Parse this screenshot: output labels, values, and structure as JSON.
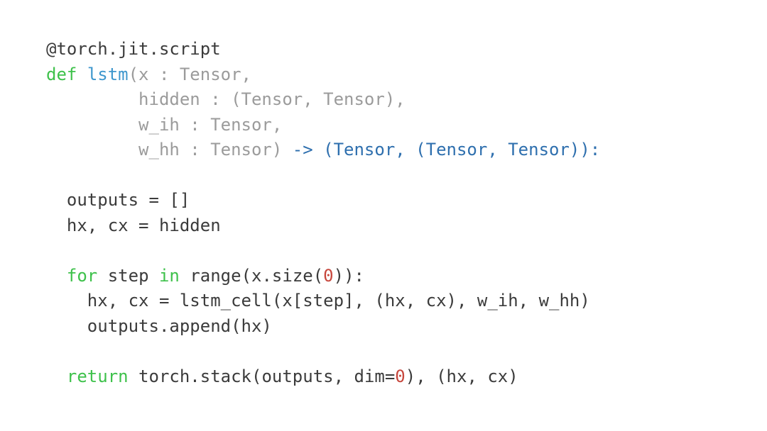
{
  "page": {
    "kind": "code-slide",
    "background": "#ffffff"
  },
  "colors": {
    "plain": "#3b3b3b",
    "muted": "#9b9b9b",
    "keyword": "#3ec14b",
    "function": "#3e97cd",
    "type": "#2e6fae",
    "number": "#c7473d"
  },
  "code": {
    "language": "python",
    "decorator": "@torch.jit.script",
    "function_name": "lstm",
    "lines": [
      {
        "tokens": [
          {
            "text": "@torch.jit.script",
            "style": "plain"
          }
        ]
      },
      {
        "tokens": [
          {
            "text": "def",
            "style": "keyword"
          },
          {
            "text": " ",
            "style": "plain"
          },
          {
            "text": "lstm",
            "style": "function"
          },
          {
            "text": "(x : Tensor,",
            "style": "muted"
          }
        ]
      },
      {
        "tokens": [
          {
            "text": "         hidden : (Tensor, Tensor),",
            "style": "muted"
          }
        ]
      },
      {
        "tokens": [
          {
            "text": "         w_ih : Tensor,",
            "style": "muted"
          }
        ]
      },
      {
        "tokens": [
          {
            "text": "         w_hh : Tensor) ",
            "style": "muted"
          },
          {
            "text": "-> (Tensor, (Tensor, Tensor)):",
            "style": "type"
          }
        ]
      },
      {
        "tokens": []
      },
      {
        "tokens": [
          {
            "text": "  outputs = []",
            "style": "plain"
          }
        ]
      },
      {
        "tokens": [
          {
            "text": "  hx, cx = hidden",
            "style": "plain"
          }
        ]
      },
      {
        "tokens": []
      },
      {
        "tokens": [
          {
            "text": "  ",
            "style": "plain"
          },
          {
            "text": "for",
            "style": "keyword"
          },
          {
            "text": " step ",
            "style": "plain"
          },
          {
            "text": "in",
            "style": "keyword"
          },
          {
            "text": " range(x.size(",
            "style": "plain"
          },
          {
            "text": "0",
            "style": "number"
          },
          {
            "text": ")):",
            "style": "plain"
          }
        ]
      },
      {
        "tokens": [
          {
            "text": "    hx, cx = lstm_cell(x[step], (hx, cx), w_ih, w_hh)",
            "style": "plain"
          }
        ]
      },
      {
        "tokens": [
          {
            "text": "    outputs.append(hx)",
            "style": "plain"
          }
        ]
      },
      {
        "tokens": []
      },
      {
        "tokens": [
          {
            "text": "  ",
            "style": "plain"
          },
          {
            "text": "return",
            "style": "keyword"
          },
          {
            "text": " torch.stack(outputs, dim=",
            "style": "plain"
          },
          {
            "text": "0",
            "style": "number"
          },
          {
            "text": "), (hx, cx)",
            "style": "plain"
          }
        ]
      }
    ]
  }
}
